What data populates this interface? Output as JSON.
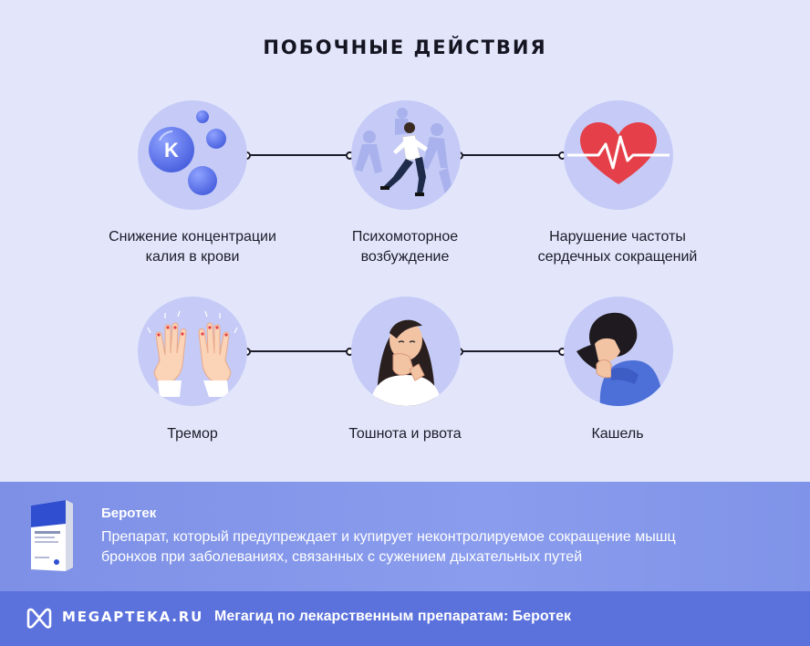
{
  "title": "ПОБОЧНЫЕ ДЕЙСТВИЯ",
  "effects": [
    {
      "label_line1": "Снижение концентрации",
      "label_line2": "калия в крови",
      "icon": "potassium-bubbles-icon",
      "bubble_letter": "K"
    },
    {
      "label_line1": "Психомоторное",
      "label_line2": "возбуждение",
      "icon": "running-man-icon"
    },
    {
      "label_line1": "Нарушение частоты",
      "label_line2": "сердечных сокращений",
      "icon": "heart-pulse-icon"
    },
    {
      "label_line1": "Тремор",
      "label_line2": "",
      "icon": "trembling-hands-icon"
    },
    {
      "label_line1": "Тошнота и рвота",
      "label_line2": "",
      "icon": "nauseous-woman-icon"
    },
    {
      "label_line1": "Кашель",
      "label_line2": "",
      "icon": "coughing-woman-icon"
    }
  ],
  "drug": {
    "name": "Беротек",
    "description_line1": "Препарат, который предупреждает и купирует неконтролируемое сокращение мышц",
    "description_line2": "бронхов при заболеваниях, связанных с сужением дыхательных путей"
  },
  "footer": {
    "logo": "MEGAPTEKA.RU",
    "caption": "Мегагид по лекарственным препаратам: Беротек"
  },
  "colors": {
    "background": "#e3e6fb",
    "circle": "#c5cbf6",
    "info_band": "#8a9ced",
    "footer": "#5b71dc",
    "heart": "#e5404a"
  }
}
